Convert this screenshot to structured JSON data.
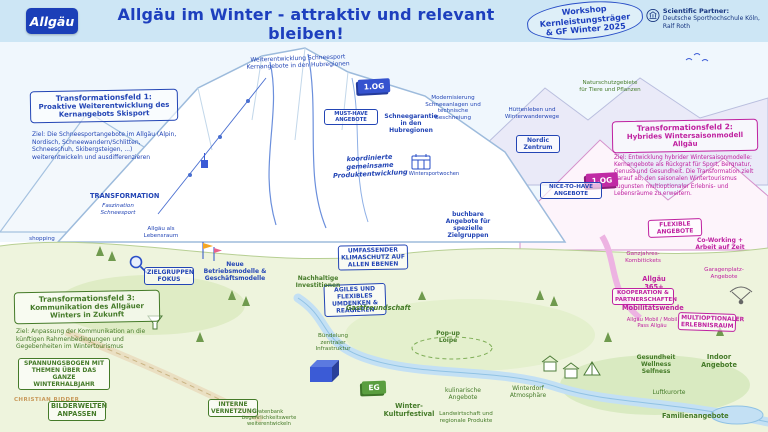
{
  "colors": {
    "ink_blue": "#2345b5",
    "ink_green": "#447a28",
    "ink_magenta": "#bf21a0",
    "banner_blue": "#cde6f5",
    "logo_blue": "#1b3fb8",
    "credit_tan": "#c99a5b"
  },
  "header": {
    "logo_text": "Allgäu",
    "title": "Allgäu im Winter - attraktiv und relevant bleiben!",
    "workshop_line1": "Workshop",
    "workshop_line2": "Kernleistungsträger",
    "workshop_line3": "& GF Winter 2025",
    "partner_label": "Scientific Partner:",
    "partner_name": "Deutsche Sporthochschule Köln, Ralf Roth"
  },
  "fields": {
    "tf1_title": "Transformationsfeld 1:",
    "tf1_subtitle": "Proaktive Weiterentwicklung des Kernangebots Skisport",
    "tf1_goal": "Ziel: Die Schneesportangebote im Allgäu (Alpin, Nordisch, Schneewandern/Schlitten, Schneeschuh, Skibergsteigen, ...) weiterentwickeln und ausdifferenzieren",
    "tf2_title": "Transformationsfeld 2:",
    "tf2_subtitle": "Hybrides Wintersaisonmodell Allgäu",
    "tf2_goal": "Ziel: Entwicklung hybrider Wintersaisonmodelle: Kernangebote als Rückgrat für Sport, Bergnatur, Genuss und Gesundheit. Die Transformation zielt darauf ab, den saisonalen Wintertourismus zugunsten multioptionaler Erlebnis- und Lebensräume zu erweitern.",
    "tf3_title": "Transformationsfeld 3:",
    "tf3_subtitle": "Kommunikation des Allgäuer Winters in Zukunft",
    "tf3_goal": "Ziel: Anpassung der Kommunikation an die künftigen Rahmenbedingungen und Gegebenheiten im Wintertourismus"
  },
  "tags": {
    "og_left": "1.OG",
    "og_right": "1.OG",
    "eg": "EG"
  },
  "labels": {
    "weiterentwicklung": "Weiterentwicklung Schneesport Kernangebote in den Hubregionen",
    "must_have": "MUST-HAVE ANGEBOTE",
    "schneegarantie": "Schneegarantie in den Hubregionen",
    "modernisierung": "Modernisierung Schneeanlagen und technische Beschneiung",
    "huettenleben": "Hüttenleben und Winterwanderwege",
    "nordic_zentrum": "Nordic Zentrum",
    "nice_to_have": "NICE-TO-HAVE ANGEBOTE",
    "koordinierte": "koordinierte gemeinsame Produktentwicklung",
    "wintersportwochen": "Wintersportwochen",
    "buchbare": "buchbare Angebote für spezielle Zielgruppen",
    "klimaschutz": "UMFASSENDER KLIMASCHUTZ AUF ALLEN EBENEN",
    "agiles": "AGILES UND FLEXIBLES UMDENKEN & REAGIEREN",
    "betriebsmodelle": "Neue Betriebsmodelle & Geschäftsmodelle",
    "zielgruppen_fokus": "ZIELGRUPPEN FOKUS",
    "transformation": "TRANSFORMATION",
    "faszination": "Faszination Schneesport",
    "lebensraum": "Allgäu als Lebensraum",
    "shopping": "shopping",
    "naturschutz": "Naturschutzgebiete für Tiere und Pflanzen",
    "nachhaltige": "Nachhaltige Investitionen",
    "gastfreundschaft": "Gastfreundschaft",
    "buendelung": "Bündelung zentraler Infrastruktur",
    "popup_loipe": "Pop-up Loipe",
    "kulinarisch": "kulinarische Angebote",
    "winterdorf": "Winterdorf Atmosphäre",
    "kulturfestival": "Winter-Kulturfestival",
    "landwirtschaft": "Landwirtschaft und regionale Produkte",
    "datenbank": "Datenbank Begehrlichkeitswerte weiterentwickeln",
    "interne_vernetzung": "INTERNE VERNETZUNG",
    "bilderwelten": "BILDERWELTEN ANPASSEN",
    "spannungsbogen": "SPANNUNGSBOGEN MIT THEMEN ÜBER DAS GANZE WINTERHALBJAHR",
    "gesundheit": "Gesundheit\nWellness\nSelfness",
    "indoor": "Indoor\nAngebote",
    "luftkurorte": "Luftkurorte",
    "familienangebote": "Familienangebote",
    "flexible": "FLEXIBLE ANGEBOTE",
    "coworking": "Co-Working + Arbeit auf Zeit",
    "garagenplatz": "Garagenplatz-Angebote",
    "kombitickets": "Ganzjahres-Kombitickets",
    "allgaeu365": "Allgäu 365+",
    "kooperation": "KOOPERATION & PARTNERSCHAFTEN",
    "mobilitaetswende": "Mobilitätswende",
    "allgaeu_mobil": "Allgäu Mobil / Mobil Pass Allgäu",
    "multioptional": "MULTIOPTIONALER ERLEBNISRAUM"
  },
  "credit": "CHRISTIAN RIDDER"
}
